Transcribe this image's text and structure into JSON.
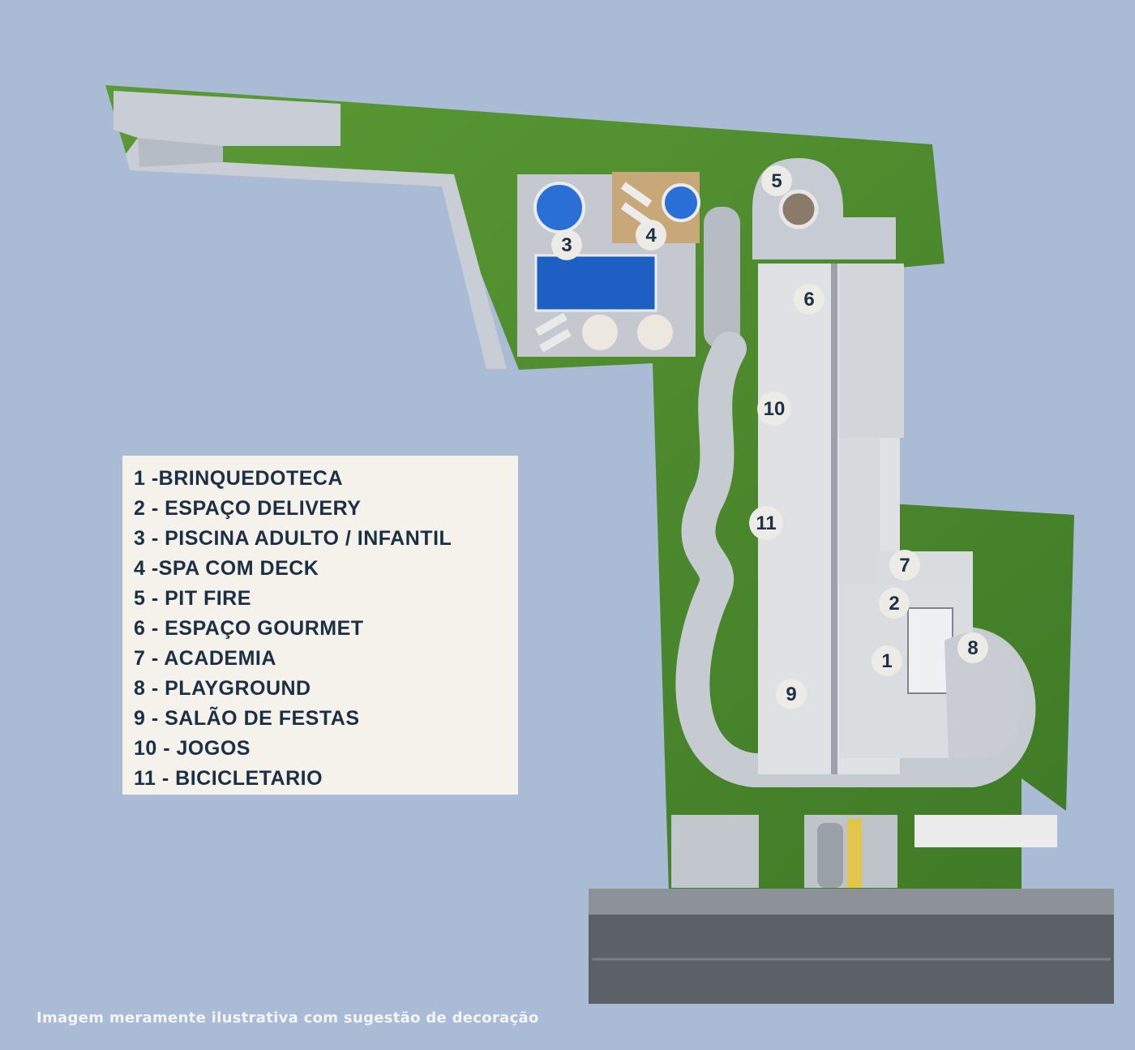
{
  "legend": {
    "items": [
      "1 -BRINQUEDOTECA",
      "2 - ESPAÇO DELIVERY",
      "3 - PISCINA ADULTO / INFANTIL",
      "4 -SPA COM DECK",
      "5 - PIT FIRE",
      "6 - ESPAÇO GOURMET",
      "7 - ACADEMIA",
      "8 - PLAYGROUND",
      "9 - SALÃO DE FESTAS",
      "10 - JOGOS",
      "11 - BICICLETARIO"
    ]
  },
  "markers": {
    "m1": "1",
    "m2": "2",
    "m3": "3",
    "m4": "4",
    "m5": "5",
    "m6": "6",
    "m7": "7",
    "m8": "8",
    "m9": "9",
    "m10": "10",
    "m11": "11"
  },
  "caption": "Imagem meramente ilustrativa com sugestão de decoração",
  "colors": {
    "background": "#a9bbd5",
    "lawn": "#4f8a2e",
    "paving": "#c7ccd4",
    "water": "#1e63c9",
    "road": "#5a5f66",
    "legend_bg": "#f4f2ea",
    "text": "#1b2f45"
  }
}
